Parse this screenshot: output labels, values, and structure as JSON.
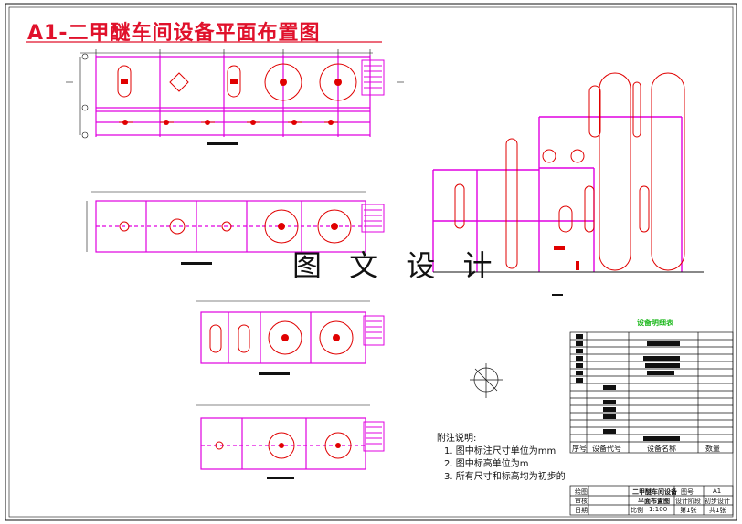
{
  "title": "A1-二甲醚车间设备平面布置图",
  "watermark": "图 文 设 计",
  "notes": {
    "heading": "附注说明:",
    "items": [
      "1. 图中标注尺寸单位为mm",
      "2. 图中标高单位为m",
      "3. 所有尺寸和标高均为初步的"
    ]
  },
  "equipment_table": {
    "title": "设备明细表",
    "header": {
      "no": "序号",
      "code": "设备代号",
      "name": "设备名称",
      "qty": "数量"
    }
  },
  "title_block": {
    "drawn_label": "绘图",
    "check_label": "审核",
    "date_label": "日期",
    "drawing_name_1": "二甲醚车间设备",
    "drawing_name_2": "平面布置图",
    "scale_label": "比例",
    "scale_value": "1:100",
    "fig_no_label": "图号",
    "fig_no_value": "A1",
    "stage_label": "设计阶段",
    "stage_value": "初步设计",
    "sheet_label": "第1张",
    "total_label": "共1张"
  },
  "colors": {
    "magenta": "#e000e0",
    "red": "#e00000",
    "black": "#111111",
    "title": "#e0112b",
    "green": "#1cb81c"
  }
}
